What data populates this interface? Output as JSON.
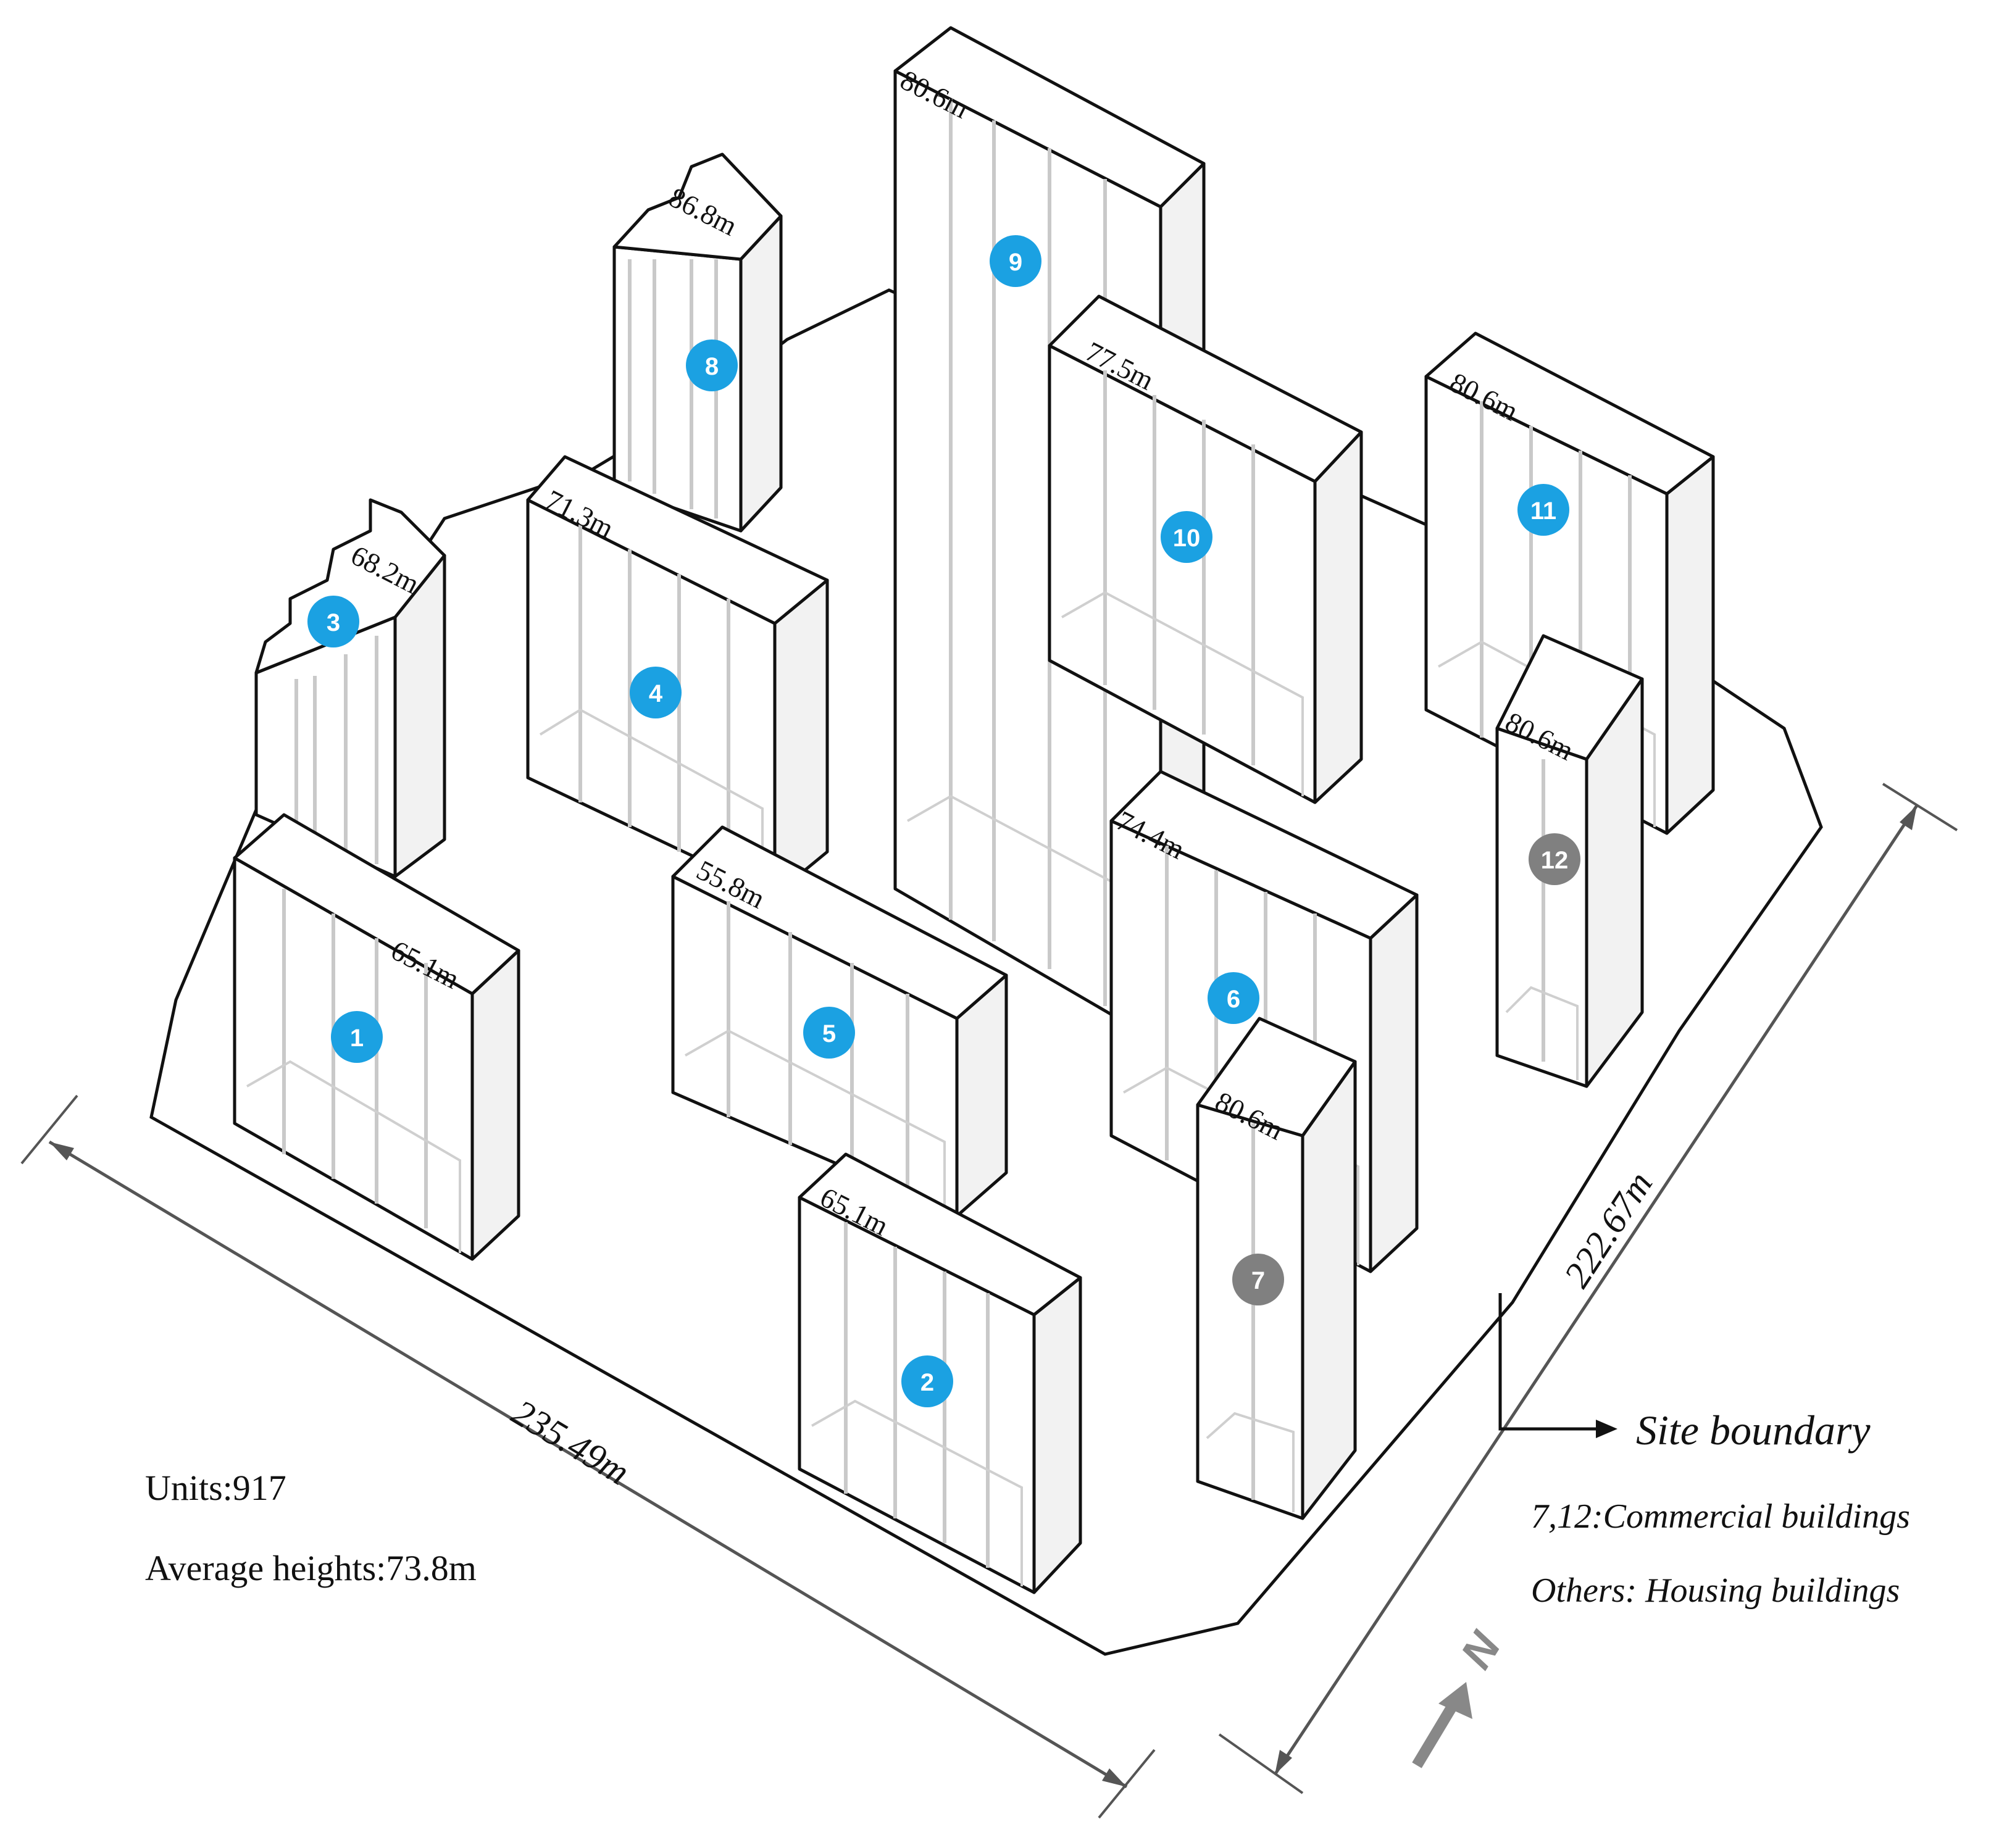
{
  "buildings": [
    {
      "id": "1",
      "height": "65.1m",
      "type": "housing"
    },
    {
      "id": "2",
      "height": "65.1m",
      "type": "housing"
    },
    {
      "id": "3",
      "height": "68.2m",
      "type": "housing"
    },
    {
      "id": "4",
      "height": "71.3m",
      "type": "housing"
    },
    {
      "id": "5",
      "height": "55.8m",
      "type": "housing"
    },
    {
      "id": "6",
      "height": "74.4m",
      "type": "housing"
    },
    {
      "id": "7",
      "height": "80.6m",
      "type": "commercial"
    },
    {
      "id": "8",
      "height": "86.8m",
      "type": "housing"
    },
    {
      "id": "9",
      "height": "80.6m",
      "type": "housing"
    },
    {
      "id": "10",
      "height": "77.5m",
      "type": "housing"
    },
    {
      "id": "11",
      "height": "80.6m",
      "type": "housing"
    },
    {
      "id": "12",
      "height": "80.6m",
      "type": "commercial"
    }
  ],
  "dimensions": {
    "southwest": "235.49m",
    "southeast": "222.67m"
  },
  "stats": {
    "units": "Units:917",
    "average_height": "Average  heights:73.8m"
  },
  "legend": {
    "site_boundary": "Site boundary",
    "commercial": "7,12:Commercial buildings",
    "housing": "Others: Housing buildings"
  },
  "north_label": "N",
  "colors": {
    "housing_badge": "#1ba1e2",
    "commercial_badge": "#808080",
    "outline": "#111111"
  }
}
